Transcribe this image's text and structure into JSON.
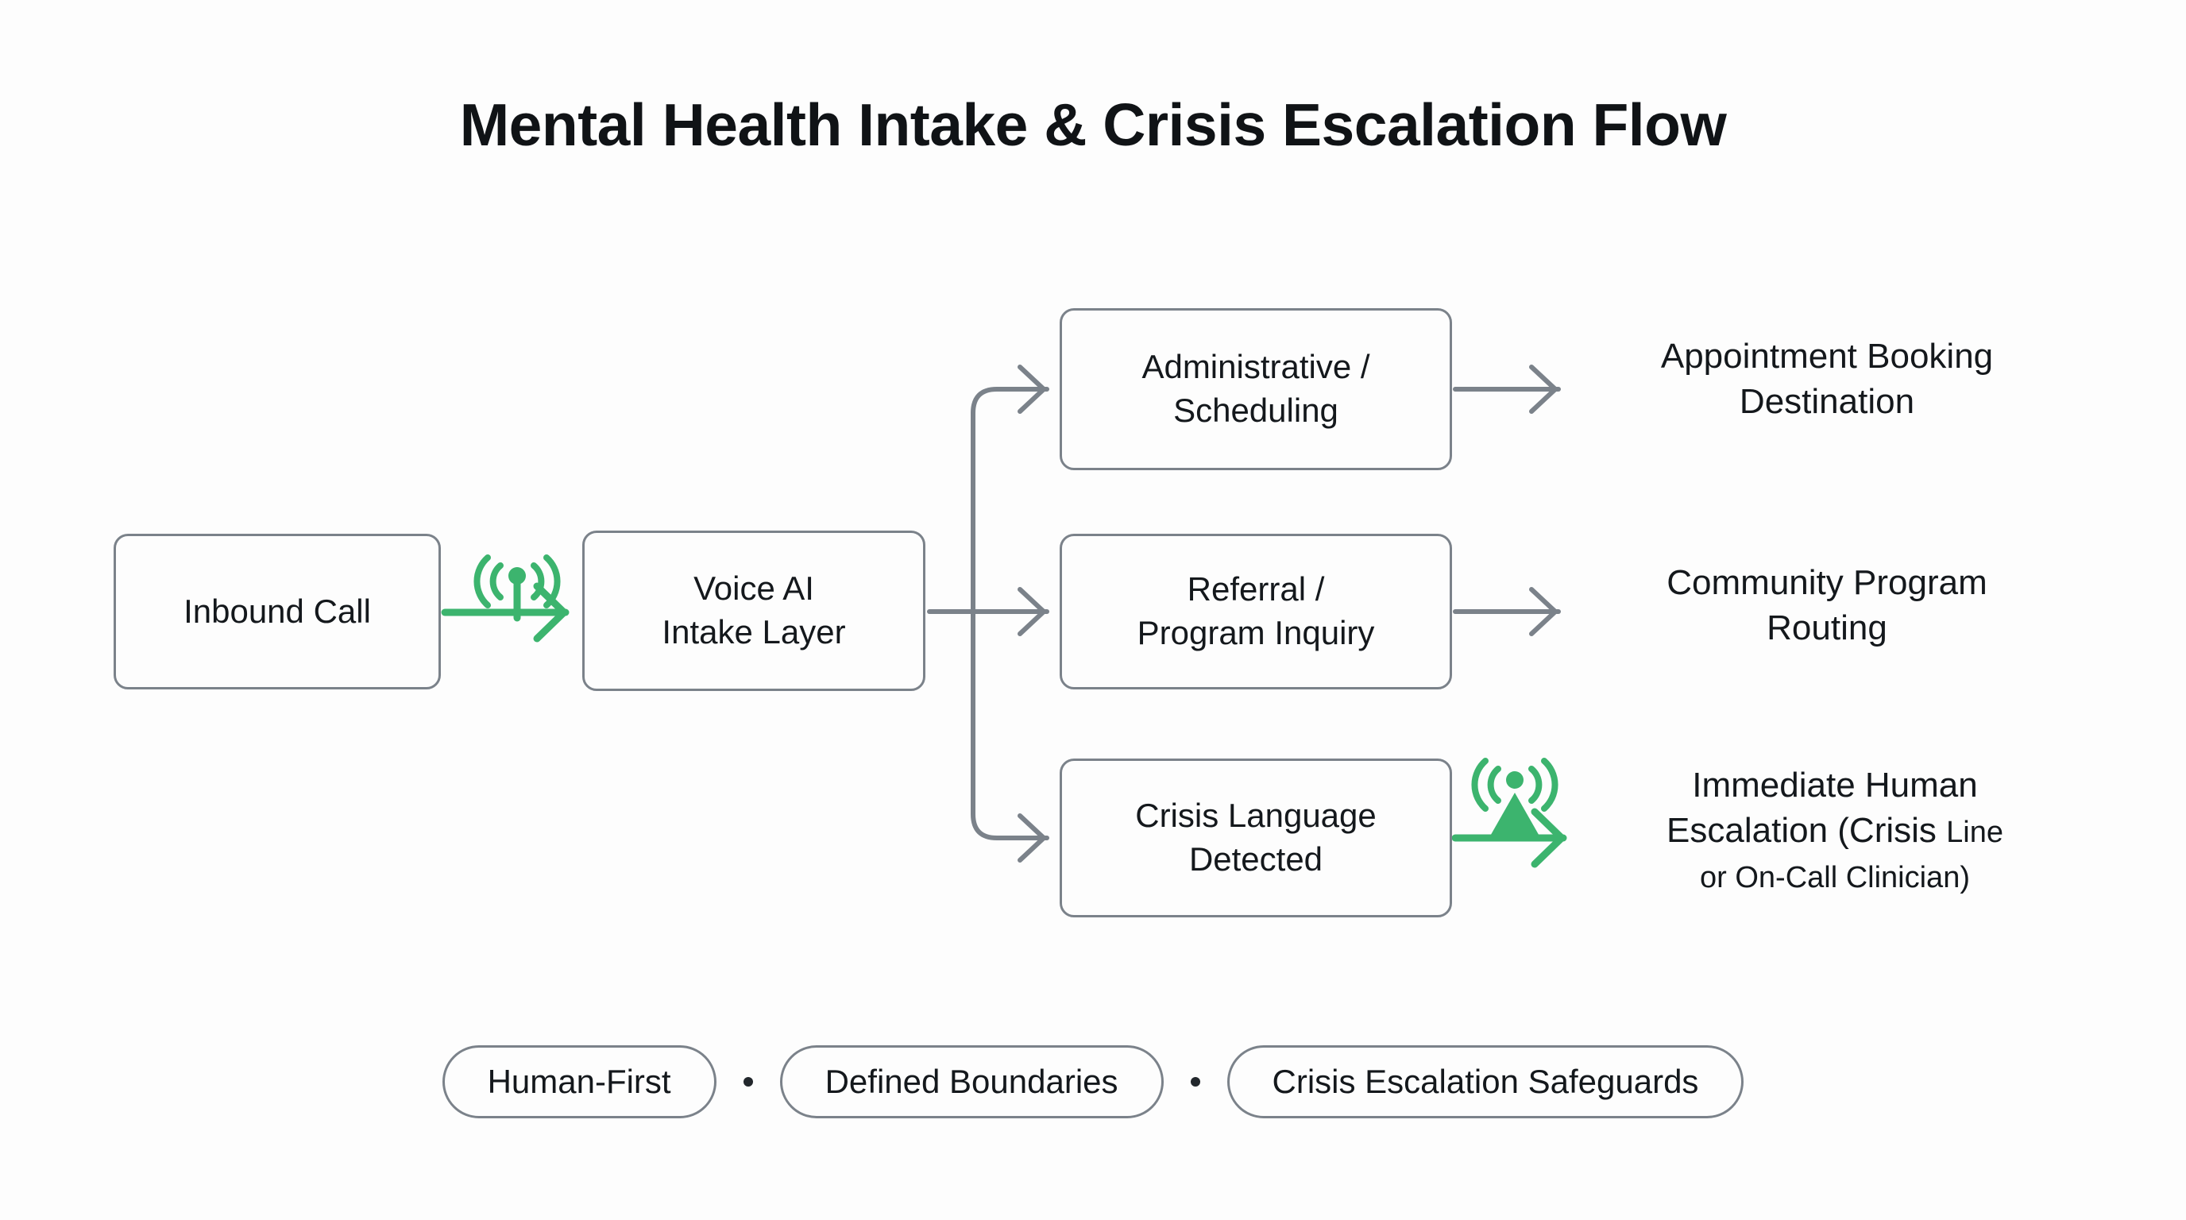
{
  "title": "Mental Health Intake & Crisis Escalation Flow",
  "colors": {
    "background": "#fdfdfd",
    "text": "#14181c",
    "node_border": "#7b828a",
    "connector": "#7b828a",
    "accent_green": "#3cb46e"
  },
  "flow": {
    "entry": {
      "label": "Inbound Call"
    },
    "intake": {
      "label": "Voice AI\nIntake Layer",
      "line1": "Voice AI",
      "line2": "Intake Layer"
    },
    "branches": [
      {
        "id": "administrative",
        "node_line1": "Administrative /",
        "node_line2": "Scheduling",
        "destination_line1": "Appointment Booking",
        "destination_line2": "Destination",
        "connector_color": "#7b828a",
        "has_tower_icon": false
      },
      {
        "id": "referral",
        "node_line1": "Referral /",
        "node_line2": "Program Inquiry",
        "destination_line1": "Community Program",
        "destination_line2": "Routing",
        "connector_color": "#7b828a",
        "has_tower_icon": false
      },
      {
        "id": "crisis",
        "node_line1": "Crisis Language",
        "node_line2": "Detected",
        "destination_line1": "Immediate Human",
        "destination_line2": "Escalation (Crisis ",
        "destination_line2_small": "Line",
        "destination_line3_small": "or On-Call Clinician)",
        "connector_color": "#3cb46e",
        "has_tower_icon": true
      }
    ],
    "entry_connector": {
      "color": "#3cb46e",
      "icon": "broadcast-tower-icon"
    }
  },
  "principles": [
    {
      "label": "Human-First"
    },
    {
      "label": "Defined Boundaries"
    },
    {
      "label": "Crisis Escalation Safeguards"
    }
  ],
  "separator": "·",
  "icons": {
    "tower_entry": "broadcast-antenna-icon",
    "tower_crisis": "radio-tower-icon"
  }
}
